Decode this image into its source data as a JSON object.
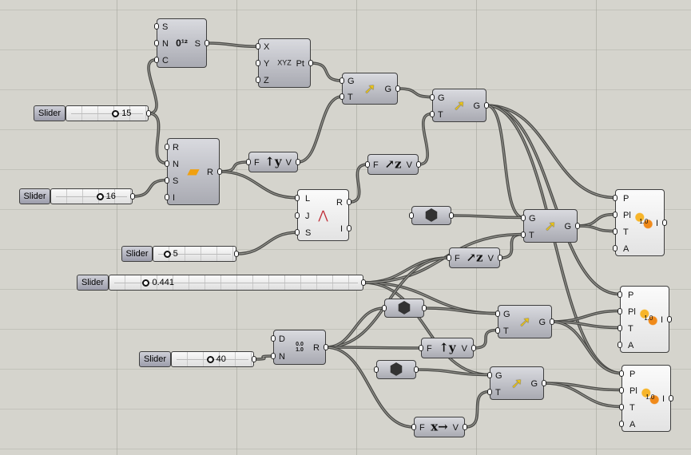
{
  "canvas": {
    "background": "#d5d4cd",
    "wire_color": "#4a4a47"
  },
  "sliders": [
    {
      "id": "s15",
      "label": "Slider",
      "value": "15"
    },
    {
      "id": "s16",
      "label": "Slider",
      "value": "16"
    },
    {
      "id": "s5",
      "label": "Slider",
      "value": "5"
    },
    {
      "id": "s441",
      "label": "Slider",
      "value": "0.441"
    },
    {
      "id": "s40",
      "label": "Slider",
      "value": "40"
    }
  ],
  "components": [
    {
      "id": "series",
      "name": "series",
      "inputs": [
        "S",
        "N",
        "C"
      ],
      "outputs": [
        "S"
      ],
      "icon": "series-icon",
      "glyph": "0¹²"
    },
    {
      "id": "xyz",
      "name": "construct-point",
      "inputs": [
        "X",
        "Y",
        "Z"
      ],
      "outputs": [
        "Pt"
      ],
      "icon": "point-xyz-icon",
      "glyph": "XYZ"
    },
    {
      "id": "move1",
      "name": "move",
      "inputs": [
        "G",
        "T"
      ],
      "outputs": [
        "G"
      ],
      "icon": "move-arrow-icon",
      "glyph": "➚"
    },
    {
      "id": "move2",
      "name": "move",
      "inputs": [
        "G",
        "T"
      ],
      "outputs": [
        "G"
      ],
      "icon": "move-arrow-icon",
      "glyph": "➚"
    },
    {
      "id": "random",
      "name": "random",
      "inputs": [
        "R",
        "N",
        "S",
        "I"
      ],
      "outputs": [
        "R"
      ],
      "icon": "random-box-icon",
      "glyph": "▰"
    },
    {
      "id": "unitY1",
      "name": "unit-y",
      "inputs": [
        "F"
      ],
      "outputs": [
        "V"
      ],
      "icon": "unit-y-icon",
      "glyph": "↑y"
    },
    {
      "id": "unitZ1",
      "name": "unit-z",
      "inputs": [
        "F"
      ],
      "outputs": [
        "V"
      ],
      "icon": "unit-z-icon",
      "glyph": "↗z"
    },
    {
      "id": "graph",
      "name": "graph-mapper",
      "inputs": [
        "L",
        "J",
        "S"
      ],
      "outputs": [
        "R",
        "I"
      ],
      "icon": "graph-peak-icon",
      "glyph": "⋀"
    },
    {
      "id": "geom1",
      "name": "geometry-param",
      "inputs": [],
      "outputs": [],
      "icon": "geometry-hex-icon",
      "glyph": "⬢"
    },
    {
      "id": "move3",
      "name": "move",
      "inputs": [
        "G",
        "T"
      ],
      "outputs": [
        "G"
      ],
      "icon": "move-arrow-icon",
      "glyph": "➚"
    },
    {
      "id": "unitZ2",
      "name": "unit-z",
      "inputs": [
        "F"
      ],
      "outputs": [
        "V"
      ],
      "icon": "unit-z-icon",
      "glyph": "↗z"
    },
    {
      "id": "orient1",
      "name": "orient",
      "inputs": [
        "P",
        "Pl",
        "T",
        "A"
      ],
      "outputs": [
        "I"
      ],
      "icon": "orient-circles-icon",
      "glyph": "1.0"
    },
    {
      "id": "geom2",
      "name": "geometry-param",
      "inputs": [],
      "outputs": [],
      "icon": "geometry-hex-icon",
      "glyph": "⬢"
    },
    {
      "id": "move4",
      "name": "move",
      "inputs": [
        "G",
        "T"
      ],
      "outputs": [
        "G"
      ],
      "icon": "move-arrow-icon",
      "glyph": "➚"
    },
    {
      "id": "orient2",
      "name": "orient",
      "inputs": [
        "P",
        "Pl",
        "T",
        "A"
      ],
      "outputs": [
        "I"
      ],
      "icon": "orient-circles-icon",
      "glyph": "1.0"
    },
    {
      "id": "range",
      "name": "range",
      "inputs": [
        "D",
        "N"
      ],
      "outputs": [
        "R"
      ],
      "icon": "range-icon",
      "glyph": "0.0\n1.0"
    },
    {
      "id": "unitY2",
      "name": "unit-y",
      "inputs": [
        "F"
      ],
      "outputs": [
        "V"
      ],
      "icon": "unit-y-icon",
      "glyph": "↑y"
    },
    {
      "id": "geom3",
      "name": "geometry-param",
      "inputs": [],
      "outputs": [],
      "icon": "geometry-hex-icon",
      "glyph": "⬢"
    },
    {
      "id": "move5",
      "name": "move",
      "inputs": [
        "G",
        "T"
      ],
      "outputs": [
        "G"
      ],
      "icon": "move-arrow-icon",
      "glyph": "➚"
    },
    {
      "id": "unitX",
      "name": "unit-x",
      "inputs": [
        "F"
      ],
      "outputs": [
        "V"
      ],
      "icon": "unit-x-icon",
      "glyph": "x→"
    },
    {
      "id": "orient3",
      "name": "orient",
      "inputs": [
        "P",
        "Pl",
        "T",
        "A"
      ],
      "outputs": [
        "I"
      ],
      "icon": "orient-circles-icon",
      "glyph": "1.0"
    }
  ]
}
